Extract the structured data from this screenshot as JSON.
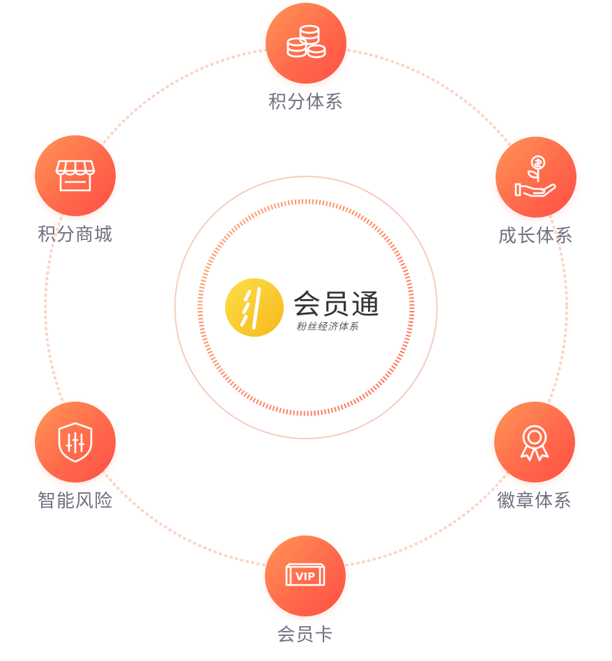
{
  "center": {
    "title": "会员通",
    "subtitle": "粉丝经济体系"
  },
  "nodes": [
    {
      "id": "points",
      "label": "积分体系",
      "icon": "coins-stack-icon"
    },
    {
      "id": "growth",
      "label": "成长体系",
      "icon": "money-plant-hand-icon"
    },
    {
      "id": "badge",
      "label": "徽章体系",
      "icon": "award-badge-icon"
    },
    {
      "id": "member-card",
      "label": "会员卡",
      "icon": "vip-card-icon"
    },
    {
      "id": "risk",
      "label": "智能风险",
      "icon": "shield-sliders-icon"
    },
    {
      "id": "mall",
      "label": "积分商城",
      "icon": "storefront-icon"
    }
  ],
  "colors": {
    "accent_start": "#ff9657",
    "accent_end": "#ff4f45",
    "ring": "#f5c8bb",
    "dots": "#fbd4c7",
    "label": "#707080",
    "logo_yellow": "#fdd12f",
    "logo_text": "#333333"
  }
}
